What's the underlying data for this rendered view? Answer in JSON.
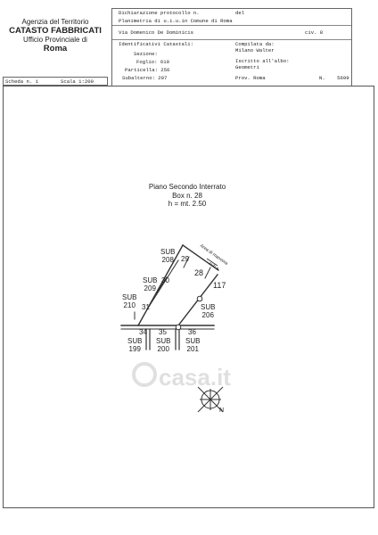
{
  "agency": {
    "line1": "Agenzia del Territorio",
    "line2": "CATASTO FABBRICATI",
    "line3": "Ufficio Provinciale di",
    "line4": "Roma"
  },
  "header": {
    "protocol_label": "Dichiarazione protocollo n.",
    "protocol_del": "del",
    "planimetry": "Planimetria di u.i.u.in Comune di Roma",
    "address": "Via Domenico De Dominicis",
    "civ": "civ. 8",
    "cadastral_title": "Identificativi Catastali:",
    "sezione_label": "Sezione:",
    "foglio": "Foglio: 610",
    "particella": "Particella: 256",
    "subalterno": "Subalterno: 207",
    "compiled_label": "Compilata da:",
    "compiled_name": "Milano Walter",
    "albo_label": "Iscritto all'albo:",
    "albo_value": "Geometri",
    "prov": "Prov. Roma",
    "number": "N.    5699"
  },
  "sheet": {
    "scheda": "Scheda n. 1",
    "scala": "Scala 1:200"
  },
  "floor": {
    "line1": "Piano Secondo Interrato",
    "line2": "Box n. 28",
    "line3": "h = mt. 2.50"
  },
  "plan_labels": {
    "area_manovra": "Area di manovra",
    "sub_b": "sub e",
    "n29": "29",
    "sub208": "SUB\n208",
    "n30": "30",
    "sub209": "SUB\n209",
    "n31": "31",
    "sub210": "SUB\n210",
    "n28": "28",
    "n117": "117",
    "sub206": "SUB\n206",
    "n34": "34",
    "n35": "35",
    "n36": "36",
    "sub199": "SUB\n199",
    "sub200": "SUB\n200",
    "sub201": "SUB\n201",
    "north": "N"
  },
  "watermark": "casa.it"
}
